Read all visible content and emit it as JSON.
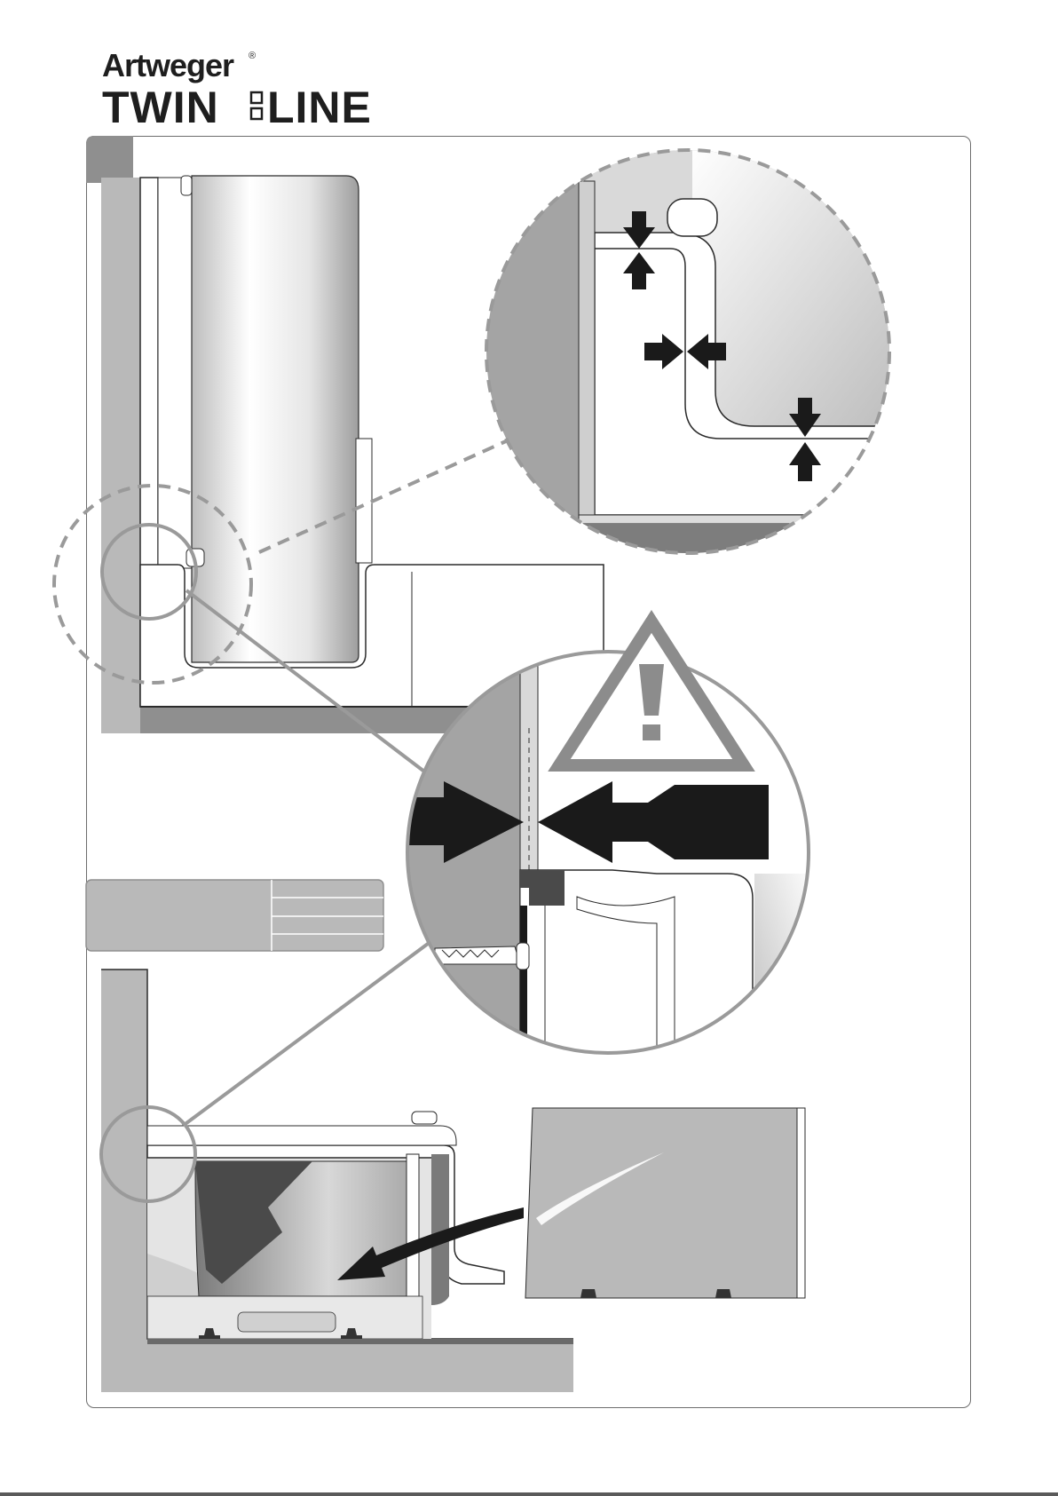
{
  "brand": {
    "company": "Artweger",
    "registered": "®",
    "product_left": "TWIN",
    "product_right": "LINE"
  },
  "colors": {
    "wall_gray": "#b9b9b9",
    "dark_gray": "#8f8f8f",
    "line_dark": "#2b2b2b",
    "dash_gray": "#9a9a9a",
    "warning_stroke": "#8c8c8c"
  },
  "icons": {
    "warning": "warning-triangle-icon",
    "arrows": "compression-arrow-icon"
  }
}
